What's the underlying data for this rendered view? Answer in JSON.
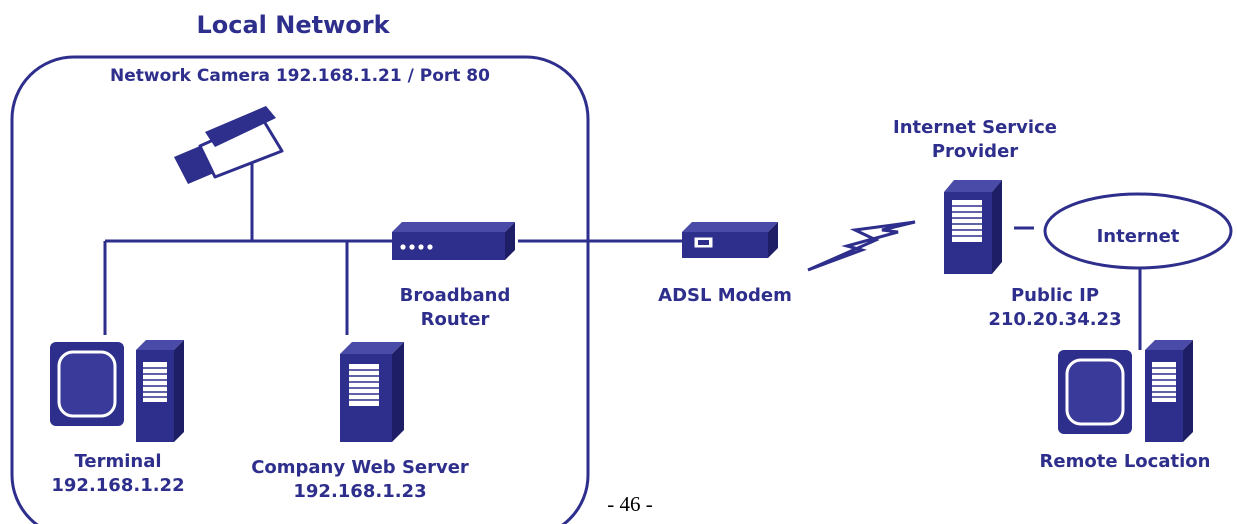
{
  "local_network": {
    "title": "Local Network",
    "camera_label": "Network Camera 192.168.1.21 / Port 80"
  },
  "devices": {
    "router": {
      "line1": "Broadband",
      "line2": "Router"
    },
    "modem": {
      "label": "ADSL Modem"
    },
    "isp": {
      "line1": "Internet Service",
      "line2": "Provider"
    },
    "internet": {
      "label": "Internet"
    },
    "public_ip": {
      "line1": "Public IP",
      "line2": "210.20.34.23"
    },
    "terminal": {
      "line1": "Terminal",
      "line2": "192.168.1.22"
    },
    "web_server": {
      "line1": "Company Web Server",
      "line2": "192.168.1.23"
    },
    "remote": {
      "label": "Remote Location"
    }
  },
  "page_number": "- 46 -",
  "colors": {
    "primary": "#2e2e8c",
    "shade_light": "#4a4aa8",
    "shade_dark": "#1e1e66",
    "panel": "#ffffff"
  }
}
